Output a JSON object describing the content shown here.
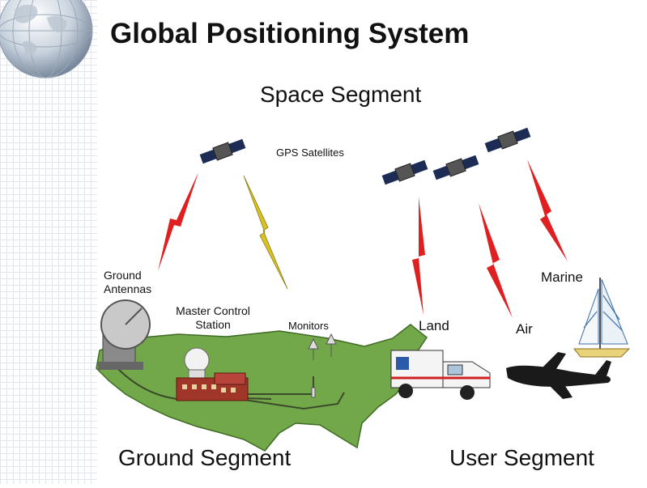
{
  "title": "Global Positioning System",
  "labels": {
    "space_segment": "Space Segment",
    "gps_satellites": "GPS Satellites",
    "ground_antennas_line1": "Ground",
    "ground_antennas_line2": "Antennas",
    "master_control_line1": "Master Control",
    "master_control_line2": "Station",
    "monitors": "Monitors",
    "land": "Land",
    "air": "Air",
    "marine": "Marine",
    "ground_segment": "Ground Segment",
    "user_segment": "User Segment"
  },
  "colors": {
    "land_mass": "#73a84a",
    "lightning_red": "#e02020",
    "lightning_yellow": "#d9c227",
    "satellite_panel": "#1c2c55"
  }
}
